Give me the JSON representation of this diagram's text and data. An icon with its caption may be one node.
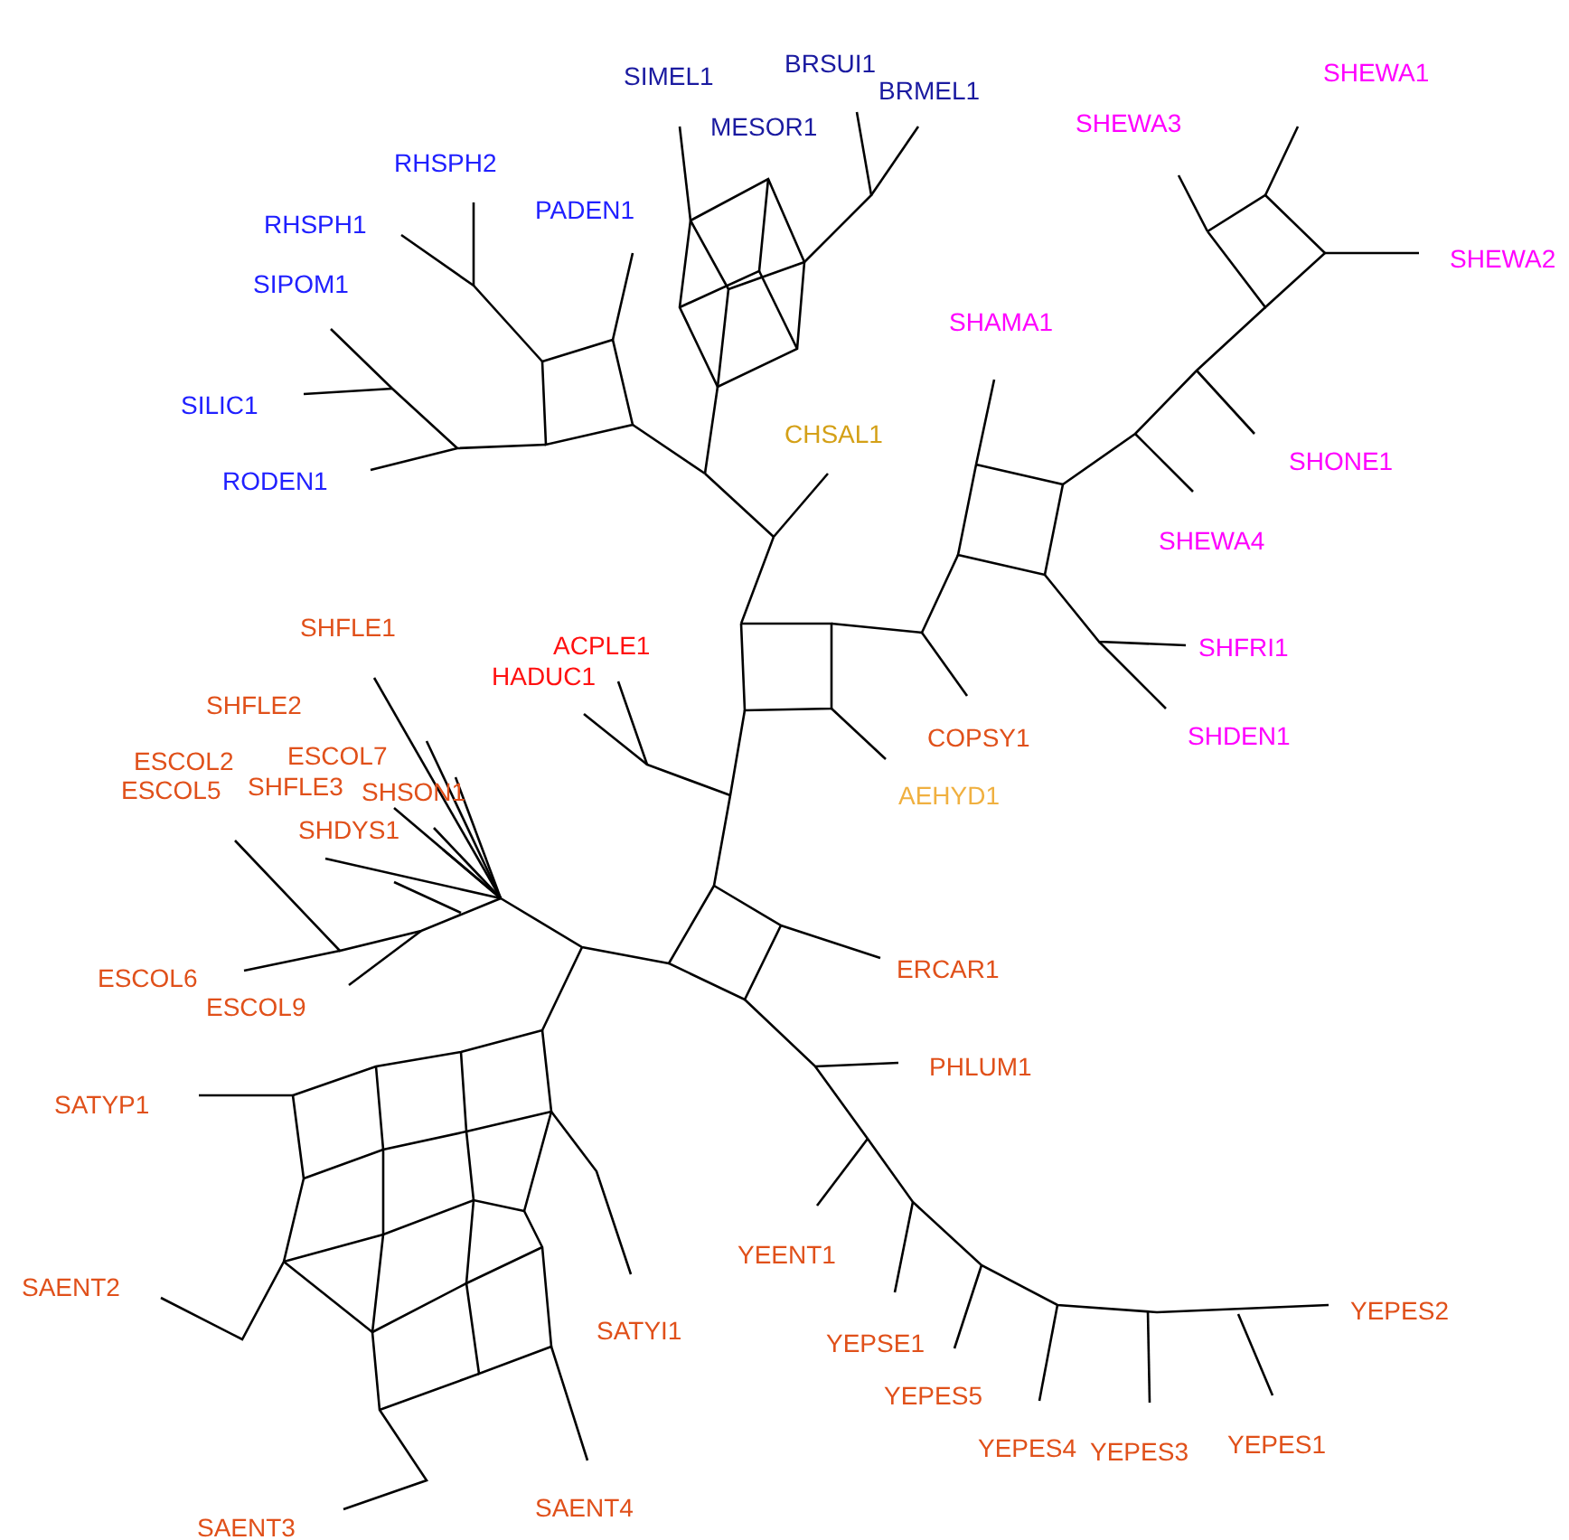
{
  "diagram": {
    "labels": [
      "SIMEL1",
      "BRSUI1",
      "BRMEL1",
      "SHEWA1",
      "MESOR1",
      "SHEWA3",
      "RHSPH2",
      "RHSPH1",
      "PADEN1",
      "SHEWA2",
      "SIPOM1",
      "SHAMA1",
      "SILIC1",
      "CHSAL1",
      "SHONE1",
      "RODEN1",
      "SHEWA4",
      "SHFLE1",
      "ACPLE1",
      "SHFRI1",
      "HADUC1",
      "SHFLE2",
      "COPSY1",
      "SHDEN1",
      "ESCOL2",
      "ESCOL7",
      "ESCOL5",
      "SHFLE3",
      "SHSON1",
      "AEHYD1",
      "SHDYS1",
      "ERCAR1",
      "ESCOL6",
      "ESCOL9",
      "PHLUM1",
      "SATYP1",
      "YEENT1",
      "SAENT2",
      "SATYI1",
      "YEPSE1",
      "YEPES2",
      "YEPES5",
      "YEPES4",
      "YEPES3",
      "YEPES1",
      "SAENT4",
      "SAENT3"
    ]
  }
}
